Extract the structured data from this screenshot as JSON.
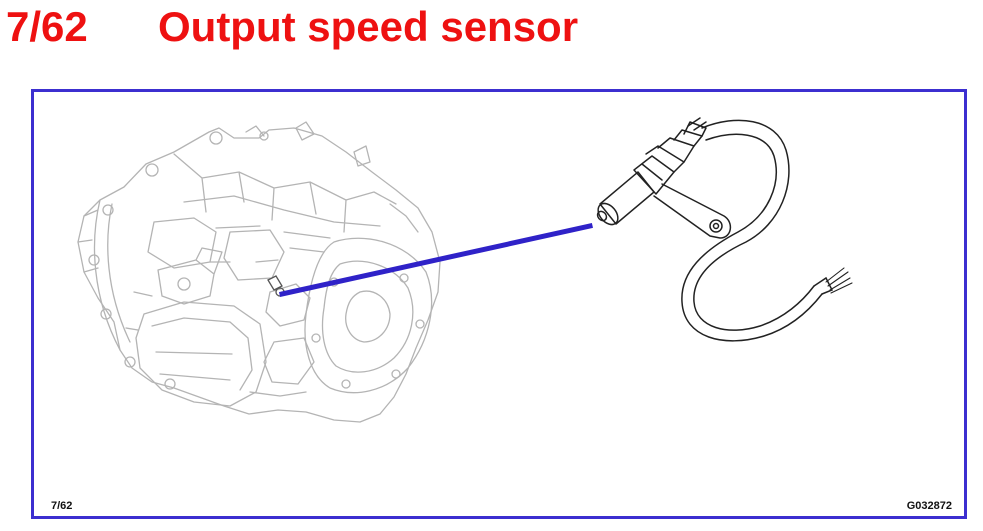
{
  "header": {
    "page_number": "7/62",
    "title": "Output speed sensor"
  },
  "figure": {
    "ref_label": "7/62",
    "code_label": "G032872"
  },
  "colors": {
    "title_red": "#ee1111",
    "frame_blue": "#3c2fd0",
    "leader_blue": "#2f22c8",
    "line_art_gray": "#b4b4b4",
    "line_art_dark": "#222222"
  }
}
